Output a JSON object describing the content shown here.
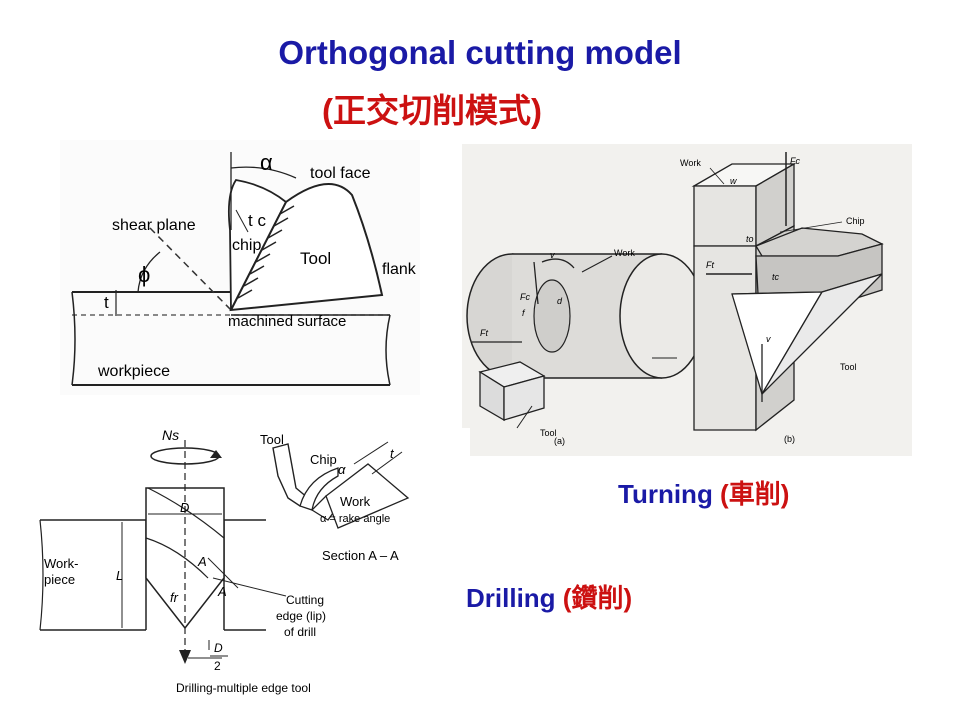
{
  "slide": {
    "title": "Orthogonal cutting model",
    "subtitle": "(正交切削模式)"
  },
  "captions": {
    "turning": {
      "label": "Turning ",
      "paren_open": "(",
      "cn": "車削",
      "paren_close": ")"
    },
    "drilling": {
      "label": "Drilling ",
      "paren_open": "(",
      "cn": "鑽削",
      "paren_close": ")"
    }
  },
  "figure_orthogonal": {
    "alpha": "α",
    "tool_face": "tool face",
    "tc": "t c",
    "shear_plane": "shear plane",
    "chip": "chip",
    "tool": "Tool",
    "flank": "flank",
    "phi": "ϕ",
    "t": "t",
    "machined_surface": "machined surface",
    "workpiece": "workpiece"
  },
  "figure_turning": {
    "work_a": "Work",
    "v_a": "v",
    "fc_a": "Fc",
    "d": "d",
    "f": "f",
    "ft_a": "Ft",
    "tool_a": "Tool",
    "label_a": "(a)",
    "work_b": "Work",
    "w": "w",
    "fc_b": "Fc",
    "chip": "Chip",
    "to": "to",
    "ft_b": "Ft",
    "tc": "tc",
    "v_b": "v",
    "tool_b": "Tool",
    "label_b": "(b)"
  },
  "figure_drilling": {
    "ns": "Ns",
    "tool": "Tool",
    "chip": "Chip",
    "alpha": "α",
    "t": "t",
    "work": "Work",
    "rake": "α = rake angle",
    "d": "D",
    "workpiece_1": "Work-",
    "workpiece_2": "piece",
    "l": "L",
    "a1": "A",
    "a2": "A",
    "fr": "fr",
    "section": "Section A – A",
    "cutting_1": "Cutting",
    "cutting_2": "edge (lip)",
    "cutting_3": "of drill",
    "d_num": "D",
    "d_den": "2",
    "footer": "Drilling-multiple edge tool"
  },
  "colors": {
    "title_blue": "#1a1aa6",
    "accent_red": "#cc1111",
    "photo_bg": "#f2f1ee"
  }
}
